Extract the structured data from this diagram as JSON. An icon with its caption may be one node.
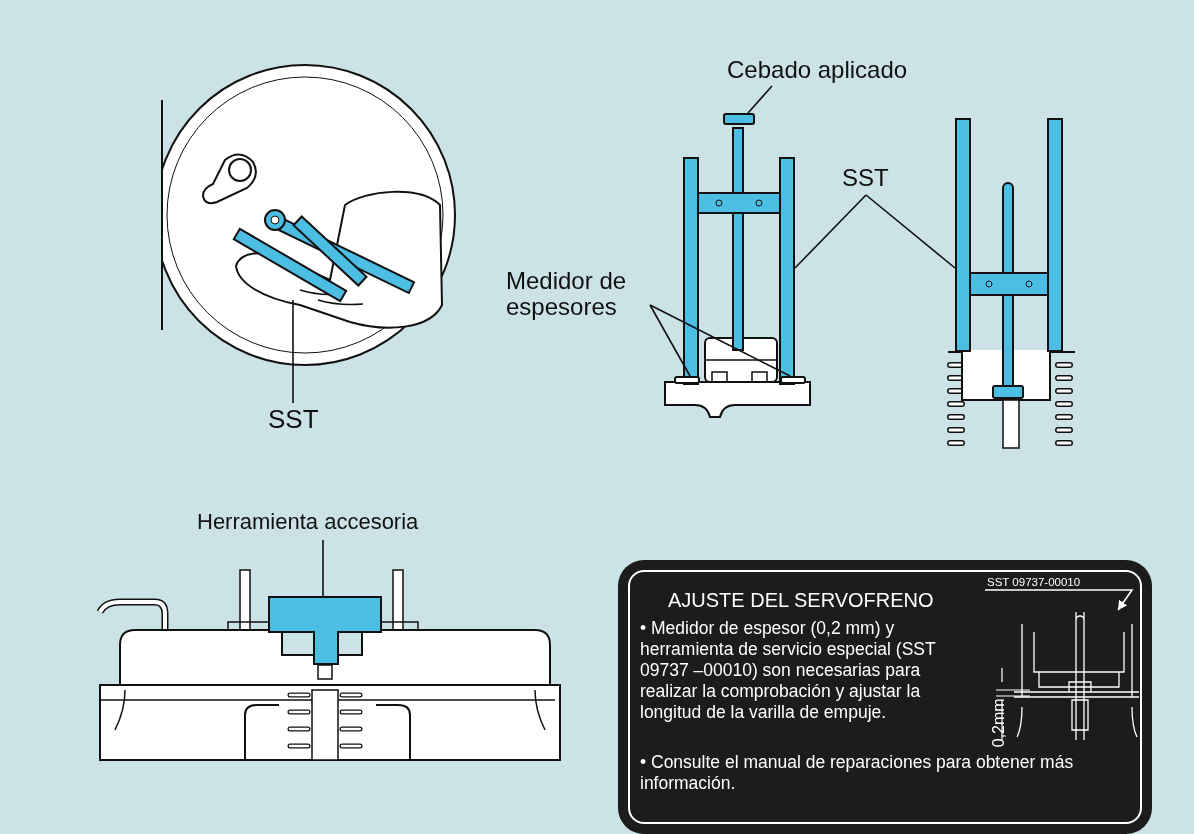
{
  "diagram": {
    "nodes": [
      {
        "text": [
          "SST"
        ]
      },
      {
        "text": [],
        "shape": "picture"
      },
      {
        "text": [
          "Cebado aplicado"
        ]
      },
      {
        "text": [],
        "shape": "bar"
      },
      {
        "text": [
          "SST"
        ]
      },
      {
        "text": [],
        "shape": "picture"
      },
      {
        "text": [],
        "shape": "picture"
      },
      {
        "text": [
          "Medidor de espesores"
        ]
      },
      {
        "text": [],
        "shape": "bar"
      },
      {
        "text": [],
        "shape": "bar"
      },
      {
        "text": [
          "Herramienta accesoria"
        ]
      },
      {
        "text": [],
        "shape": "picture"
      },
      {
        "text": [
          "AJUSTE DEL SERVOFRENO",
          "• Medidor de espesor (0,2 mm) y herramienta de servicio especial (SST 09737 –00010) son necesarias para realizar la comprobación y ajustar la longitud de la varilla de empuje.",
          "• Consulte el manual de reparaciones para obtener más información."
        ]
      },
      {
        "text": [
          "SST 09737-00010"
        ],
        "in": 12
      },
      {
        "text": [],
        "shape": "picture",
        "in": 12
      }
    ],
    "edges": [
      {
        "from": 0,
        "to": 1,
        "arrow": "none"
      },
      {
        "from": 2,
        "to": 3,
        "arrow": "none"
      },
      {
        "from": 4,
        "to": 5,
        "arrow": "none"
      },
      {
        "from": 4,
        "to": 6,
        "arrow": "none"
      },
      {
        "from": 7,
        "to": 8,
        "arrow": "none"
      },
      {
        "from": 7,
        "to": 9,
        "arrow": "none"
      },
      {
        "from": 10,
        "to": 11,
        "arrow": "none"
      },
      {
        "from": 13,
        "to": 14,
        "arrow": "to",
        "color": "#ffffff"
      }
    ],
    "labels": [
      "0,2mm"
    ]
  }
}
